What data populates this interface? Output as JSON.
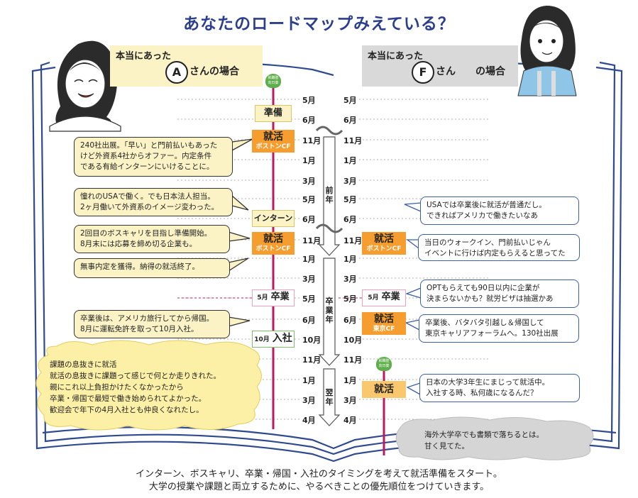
{
  "title": "あなたのロードマップみえている？",
  "header_a": {
    "label": "本当にあった",
    "initial": "A",
    "suffix": "さんの場合"
  },
  "header_f": {
    "label": "本当にあった",
    "initial": "F",
    "suffix1": "さん",
    "suffix2": "の場合"
  },
  "months_left": [
    "5月",
    "6月",
    "11月",
    "1月",
    "3月",
    "5月",
    "6月",
    "11月",
    "1月",
    "3月",
    "5月",
    "6月",
    "10月",
    "11月",
    "1月",
    "3月",
    "4月"
  ],
  "months_right": [
    "5月",
    "6月",
    "11月",
    "1月",
    "3月",
    "5月",
    "6月",
    "11月",
    "1月",
    "3月",
    "5月",
    "6月",
    "10月",
    "11月",
    "1月",
    "3月",
    "4月"
  ],
  "phase_labels": {
    "zennen": "前年",
    "sotsugyo": "卒業年",
    "yokunen": "翌年"
  },
  "a_tags": {
    "junbi": "準備",
    "shukatsu1": "就活",
    "shukatsu1_sub": "ボストンCF",
    "intern": "インターン",
    "shukatsu2": "就活",
    "shukatsu2_sub": "ボストンCF",
    "sotsugyo_month": "5月",
    "sotsugyo": "卒業",
    "nyusha_month": "10月",
    "nyusha": "入社"
  },
  "f_tags": {
    "shukatsu1": "就活",
    "shukatsu1_sub": "ボストンCF",
    "sotsugyo_month": "5月",
    "sotsugyo": "卒業",
    "shukatsu2": "就活",
    "shukatsu2_sub": "東京CF",
    "shukatsu3": "就活"
  },
  "seal_text": {
    "line1": "就職塾",
    "line2": "向日葵"
  },
  "a_bubbles": [
    [
      "240社出展。「早い」と門前払いもあった",
      "けど外資系4社からオファー。内定条件",
      "である有給インターンにいけることに。"
    ],
    [
      "憧れのUSAで働く。でも日本法人担当。",
      "2ヶ月働いて外資系のイメージ変わった。"
    ],
    [
      "2回目のボスキャリを目指し準備開始。",
      "8月末には応募を締め切る企業も。"
    ],
    [
      "無事内定を獲得。納得の就活終了。"
    ],
    [
      "卒業後は、アメリカ旅行してから帰国。",
      "8月に運転免許を取って10月入社。"
    ]
  ],
  "a_summary": [
    "課題の息抜きに就活",
    "就活の息抜きに課題って感じで何とか走りきれた。",
    "親にこれ以上負担かけたくなかったから",
    "卒業・帰国で最短で働き始められてよかった。",
    "歓迎会で年下の4月入社とも仲良くなれたし。"
  ],
  "f_bubbles": [
    [
      "USAでは卒業後に就活が普通だし。",
      "できればアメリカで働きたいなあ"
    ],
    [
      "当日のウォークイン、門前払いじゃん",
      "イベントに行けば内定もらえると思ってた"
    ],
    [
      "OPTもらえても90日以内に企業が",
      "決まらないかも？就労ビザは抽選かあ"
    ],
    [
      "卒業後、バタバタ引越し＆帰国して",
      "東京キャリアフォーラムへ。130社出展"
    ],
    [
      "日本の大学3年生にまじって就活中。",
      "入社する時、私何歳になるんだ？"
    ]
  ],
  "f_summary": [
    "海外大学卒でも書類で落ちるとは。",
    "甘く見てた。"
  ],
  "footer": [
    "インターン、ボスキャリ、卒業・帰国・入社のタイミングを考えて就活準備をスタート。",
    "大学の授業や課題と両立するために、やるべきことの優先順位をつけていきます。"
  ],
  "colors": {
    "title": "#2c3f8f",
    "timeline": "#c2185b",
    "orange": "#f59d2f",
    "pale_yellow": "#fbf3c5",
    "blue_border": "#3b5fa8",
    "gray_header": "#d9d9d9",
    "book_outline": "#2f4a8f"
  }
}
